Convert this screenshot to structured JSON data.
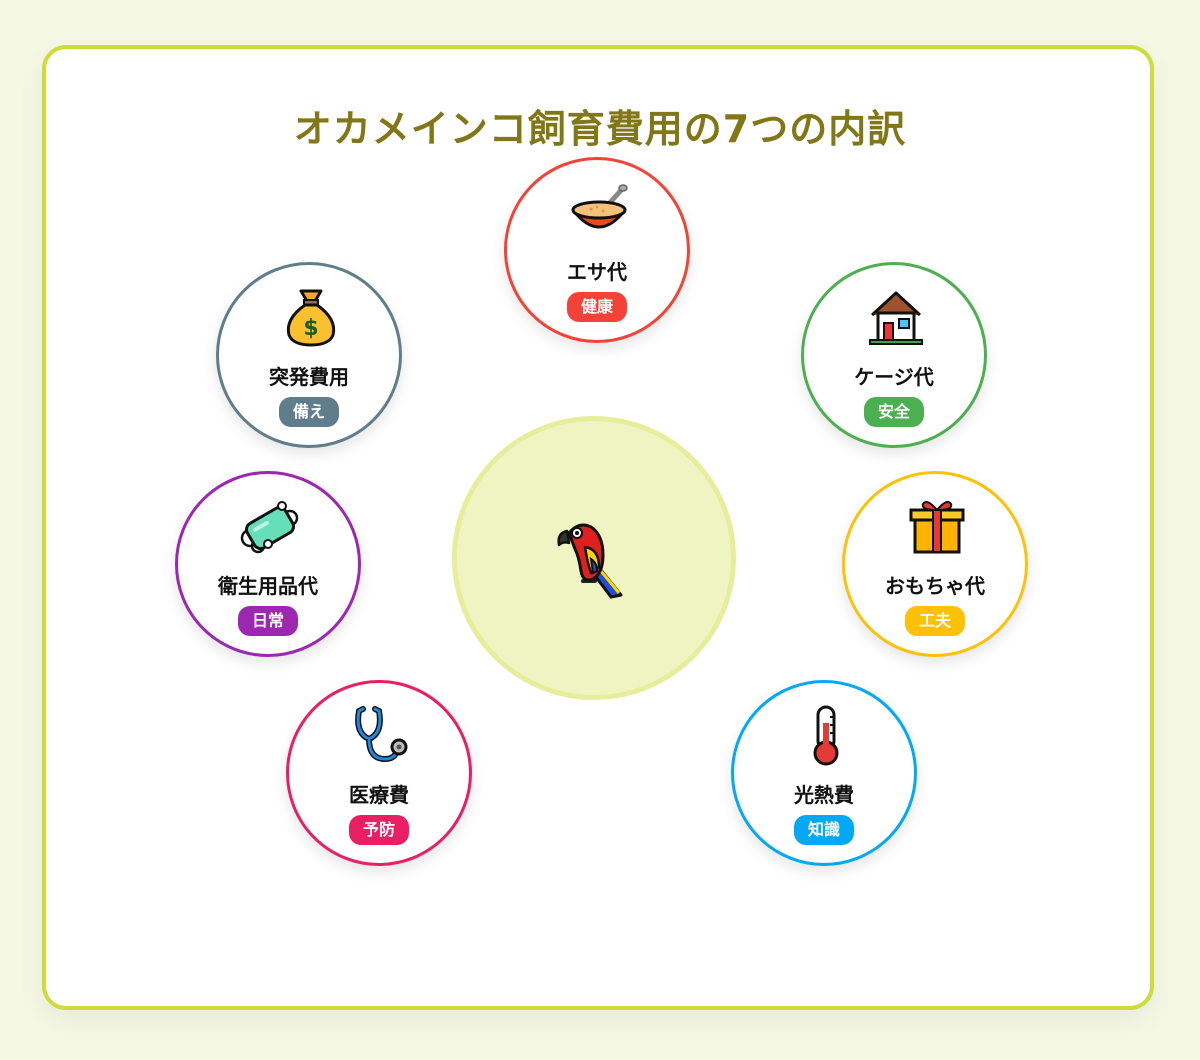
{
  "title": "オカメインコ飼育費用の7つの内訳",
  "center": {
    "icon": "parrot-icon"
  },
  "items": [
    {
      "label": "エサ代",
      "badge": "健康",
      "icon": "food-bowl-icon",
      "color": "#f44336"
    },
    {
      "label": "ケージ代",
      "badge": "安全",
      "icon": "house-icon",
      "color": "#4caf50"
    },
    {
      "label": "おもちゃ代",
      "badge": "工夫",
      "icon": "gift-icon",
      "color": "#ffc107"
    },
    {
      "label": "光熱費",
      "badge": "知識",
      "icon": "thermometer-icon",
      "color": "#03a9f4"
    },
    {
      "label": "医療費",
      "badge": "予防",
      "icon": "stethoscope-icon",
      "color": "#e91e63"
    },
    {
      "label": "衛生用品代",
      "badge": "日常",
      "icon": "soap-icon",
      "color": "#9c27b0"
    },
    {
      "label": "突発費用",
      "badge": "備え",
      "icon": "money-bag-icon",
      "color": "#607d8b"
    }
  ]
}
